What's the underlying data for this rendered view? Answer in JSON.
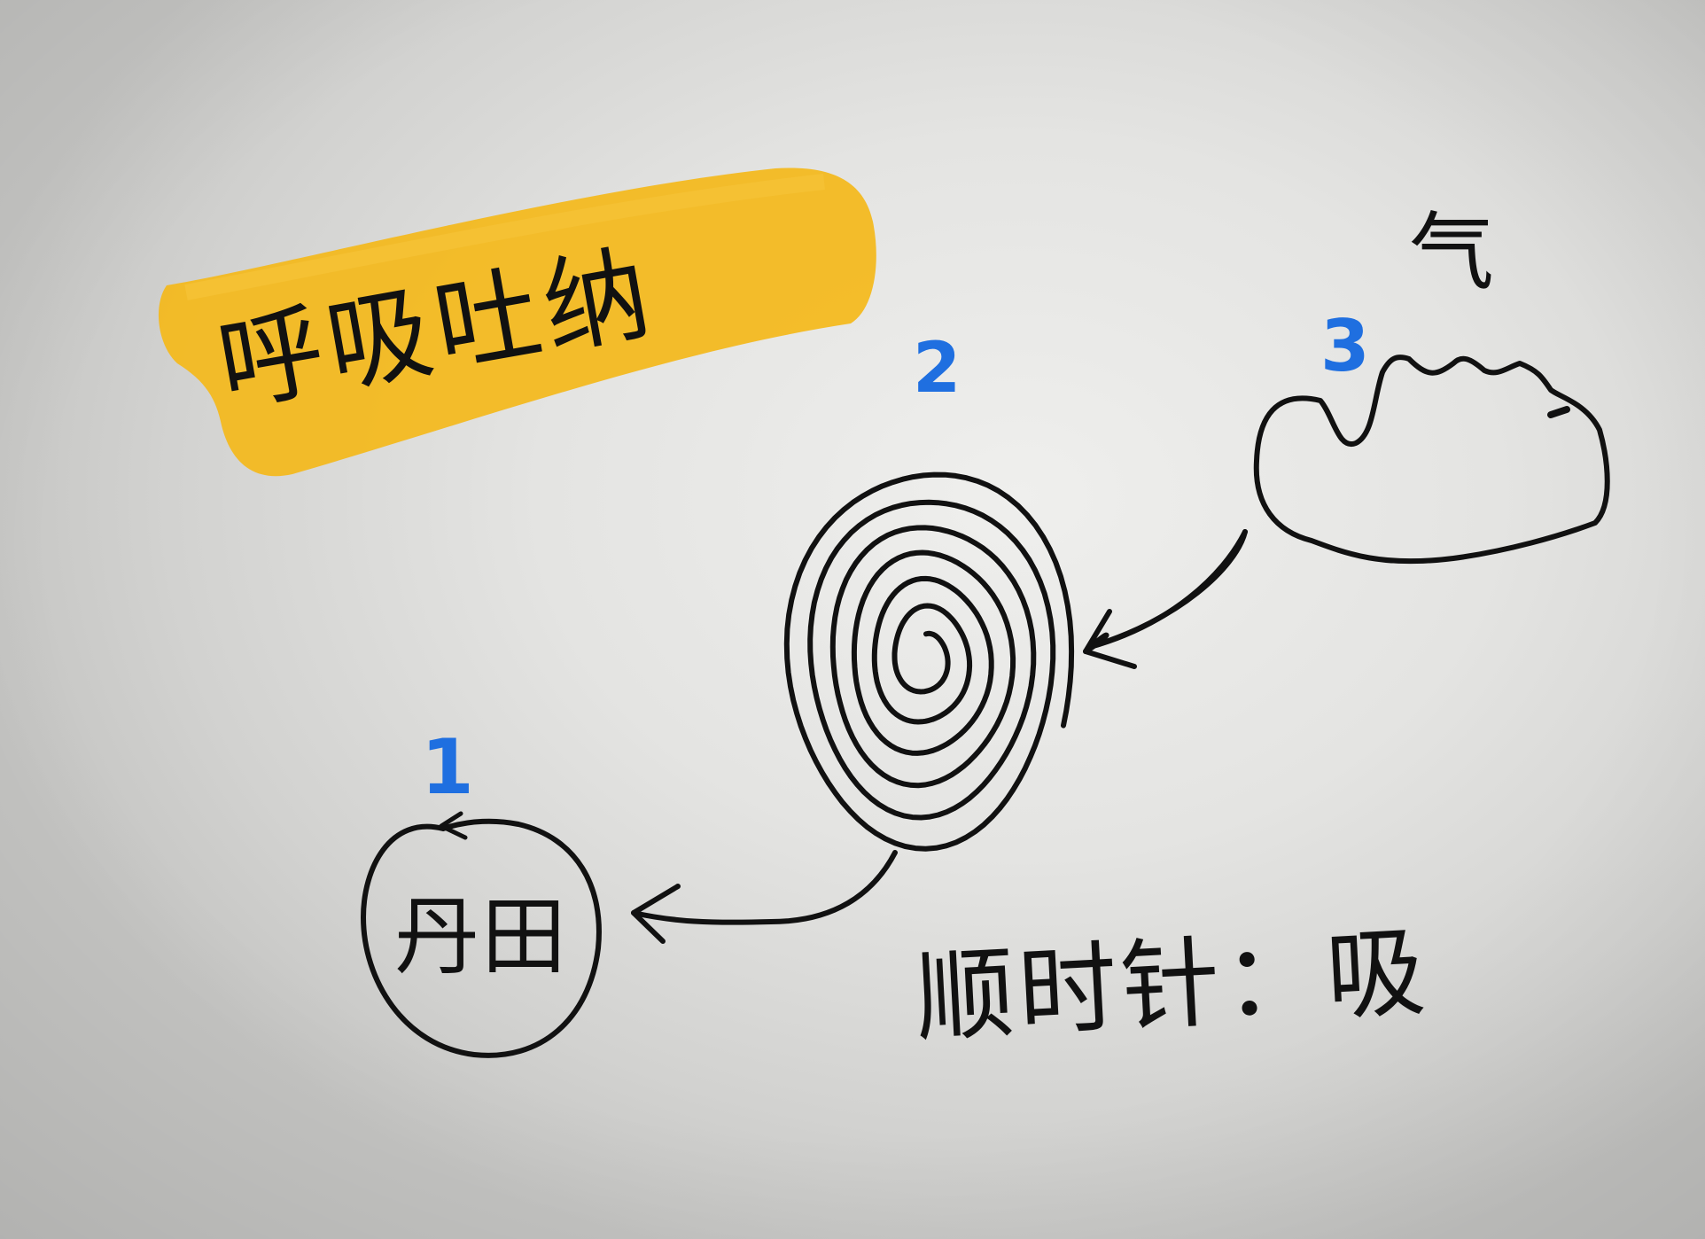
{
  "title": "呼吸吐纳",
  "colors": {
    "ink": "#111111",
    "highlight": "#f4b81a",
    "number": "#1f6fe0"
  },
  "nodes": [
    {
      "number": "1",
      "label": "丹田",
      "shape": "circle"
    },
    {
      "number": "2",
      "label": "",
      "shape": "spiral"
    },
    {
      "number": "3",
      "label": "气",
      "shape": "cloud"
    }
  ],
  "edges": [
    {
      "from": "3",
      "to": "2"
    },
    {
      "from": "2",
      "to": "1"
    }
  ],
  "note": "顺时针：吸"
}
